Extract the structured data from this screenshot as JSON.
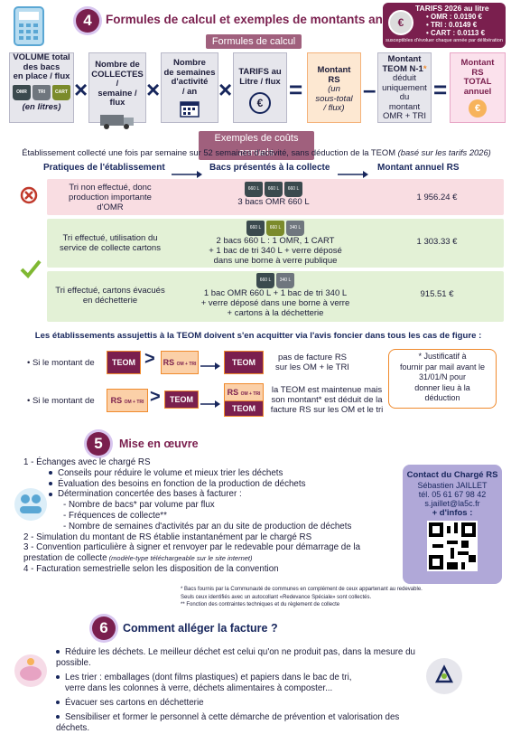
{
  "section4": {
    "number": "4",
    "title": "Formules de calcul et exemples de montants annuels",
    "tarifs": {
      "title": "TARIFS 2026 au litre",
      "lines": [
        "• OMR : 0.0190 €",
        "• TRI   : 0.0149 €",
        "• CART : 0.0113 €"
      ],
      "note": "susceptibles d'évoluer chaque année par délibération"
    },
    "formules_label": "Formules de calcul",
    "formula": {
      "box1": [
        "VOLUME total",
        "des bacs",
        "en place / flux"
      ],
      "box1_bins": [
        "OMR",
        "TRI",
        "CART"
      ],
      "box1_note": "(en litres)",
      "box2": [
        "Nombre de",
        "COLLECTES /",
        "semaine / flux"
      ],
      "box3": [
        "Nombre",
        "de semaines",
        "d'activité",
        "/ an"
      ],
      "box4": [
        "TARIFS au",
        "Litre / flux"
      ],
      "box5": [
        "Montant",
        "RS"
      ],
      "box5_note": [
        "(un",
        "sous-total",
        "/ flux)"
      ],
      "box6": [
        "Montant",
        "TEOM N-1"
      ],
      "box6_star": "*",
      "box6_note": [
        "déduit",
        "uniquement du",
        "montant",
        "OMR + TRI"
      ],
      "box7": [
        "Montant",
        "RS",
        "TOTAL",
        "annuel"
      ],
      "ops": [
        "×",
        "×",
        "×",
        "=",
        "–",
        "="
      ]
    },
    "exemples_label": "Exemples de coûts annuels",
    "exemples_intro": "Établissement collecté une fois par semaine sur 52 semaines d'activité, sans déduction de la TEOM",
    "exemples_intro_italic": " (basé sur les tarifs 2026)",
    "col_headers": [
      "Pratiques de l'établissement",
      "Bacs présentés à la collecte",
      "Montant annuel RS"
    ],
    "rows": [
      {
        "practice": [
          "Tri non effectué, donc",
          "production importante",
          "d'OMR"
        ],
        "bins_text": [
          "3 bacs OMR 660 L"
        ],
        "amount": "1 956.24 €"
      },
      {
        "practice": [
          "Tri effectué, utilisation du",
          "service de collecte cartons"
        ],
        "bins_text": [
          "2 bacs 660 L : 1 OMR, 1 CART",
          "+ 1 bac de tri 340 L + verre déposé",
          "dans une borne à verre publique"
        ],
        "amount": "1 303.33 €"
      },
      {
        "practice": [
          "Tri effectué, cartons évacués",
          "en déchetterie"
        ],
        "bins_text": [
          "1 bac OMR 660 L + 1 bac de tri 340 L",
          "+ verre déposé dans une borne à verre",
          "+ cartons à la déchetterie"
        ],
        "amount": "915.51 €"
      }
    ],
    "bin_labels": {
      "b660": "660 L",
      "b340": "340 L"
    },
    "teom_heading": "Les établissements assujettis à la TEOM doivent s'en acquitter via l'avis foncier dans tous les cas de figure :",
    "case1_label": "• Si le montant de",
    "case1_text": [
      "pas de facture RS",
      "sur les OM + le TRI"
    ],
    "case2_label": "• Si le montant de",
    "case2_text": [
      "la TEOM est maintenue mais",
      "son montant* est déduit de la",
      "facture RS sur les OM et le tri"
    ],
    "teom_label": "TEOM",
    "rs_label": "RS",
    "rs_sub": "OM + TRI",
    "gt": ">",
    "justif": [
      "* Justificatif à",
      "fournir par mail avant le",
      "31/01/N pour",
      "donner lieu à la",
      "déduction"
    ]
  },
  "section5": {
    "number": "5",
    "title": "Mise en œuvre",
    "items": [
      {
        "level": 1,
        "text": "1 - Échanges avec le chargé RS"
      },
      {
        "level": 2,
        "text": "Conseils pour réduire le volume et mieux trier les déchets"
      },
      {
        "level": 2,
        "text": "Évaluation des besoins en fonction de la production de déchets"
      },
      {
        "level": 2,
        "text": "Détermination concertée des bases à facturer :"
      },
      {
        "level": 3,
        "text": "- Nombre de bacs* par volume par flux"
      },
      {
        "level": 3,
        "text": "- Fréquences de collecte**"
      },
      {
        "level": 3,
        "text": "- Nombre de semaines d'activités par an du site de production de déchets"
      },
      {
        "level": 1,
        "text": "2 - Simulation du montant de RS établie instantanément par le chargé RS"
      },
      {
        "level": 1,
        "text": "3 - Convention particulière à signer et renvoyer par le redevable pour démarrage de la"
      },
      {
        "level": 1,
        "text": "prestation de collecte",
        "italic": " (modèle-type téléchargeable sur le site internet)"
      },
      {
        "level": 1,
        "text": "4 - Facturation semestrielle selon les disposition de la convention"
      }
    ],
    "contact": {
      "title": "Contact du Chargé RS",
      "name": "Sébastien JAILLET",
      "tel": "tél. 05 61 67 98 42",
      "email": "s.jaillet@la5c.fr",
      "more": "+ d'infos :"
    },
    "footnotes": [
      "* Bacs fournis par la Communauté de communes en complément de ceux appartenant au redevable.",
      "Seuls ceux identifiés avec un autocollant «Redevance Spéciale» sont collectés.",
      "** Fonction des contraintes techniques et du règlement de collecte"
    ]
  },
  "section6": {
    "number": "6",
    "title": "Comment alléger la facture ?",
    "items": [
      [
        "Réduire les déchets. Le meilleur déchet est celui qu'on ne produit pas, dans la mesure du possible."
      ],
      [
        "Les trier : emballages (dont films plastiques) et papiers dans le bac de tri,",
        "verre dans les colonnes à verre, déchets alimentaires à composter..."
      ],
      [
        "Évacuer ses cartons en déchetterie"
      ],
      [
        "Sensibiliser et former le personnel à cette démarche de prévention et valorisation des déchets."
      ]
    ]
  },
  "colors": {
    "plum": "#7a1f4e",
    "navy": "#17265c",
    "orange": "#f08a2c",
    "lilac": "#b0a8d8"
  }
}
